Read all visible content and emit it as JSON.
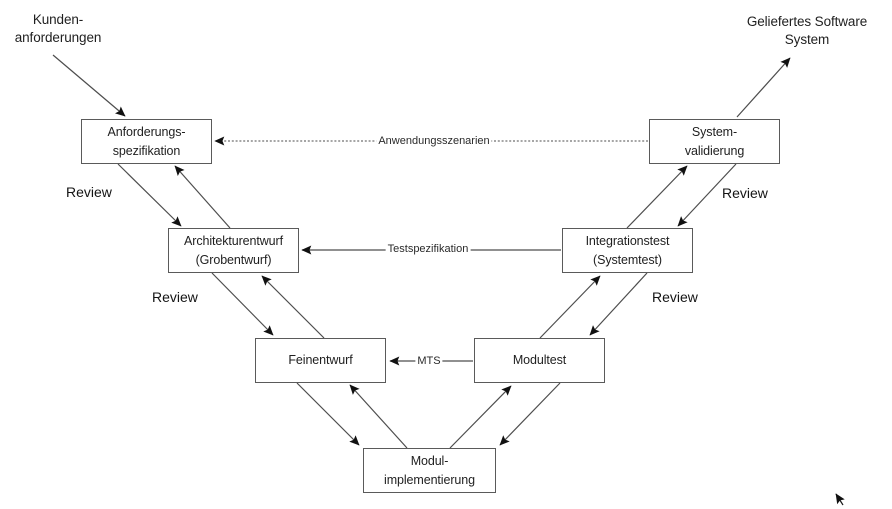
{
  "diagram_type": "v-model-software-development",
  "colors": {
    "background": "#ffffff",
    "line": "#4d4d4d",
    "box_border": "#5a5a5a",
    "text": "#1f1f1f",
    "arrowhead": "#111111"
  },
  "nodes": [
    {
      "id": "anforderungsspezifikation",
      "lines": [
        "Anforderungs-",
        "spezifikation"
      ]
    },
    {
      "id": "architekturentwurf",
      "lines": [
        "Architekturentwurf",
        "(Grobentwurf)"
      ]
    },
    {
      "id": "feinentwurf",
      "lines": [
        "Feinentwurf"
      ]
    },
    {
      "id": "modultest",
      "lines": [
        "Modultest"
      ]
    },
    {
      "id": "integrationstest",
      "lines": [
        "Integrationstest",
        "(Systemtest)"
      ]
    },
    {
      "id": "systemvalidierung",
      "lines": [
        "System-",
        "validierung"
      ]
    },
    {
      "id": "modulimplementierung",
      "lines": [
        "Modul-",
        "implementierung"
      ]
    }
  ],
  "external_labels": {
    "customer_requirements": [
      "Kunden-",
      "anforderungen"
    ],
    "delivered_system": [
      "Geliefertes Software",
      "System"
    ]
  },
  "flow_labels": {
    "anwendungsszenarien": "Anwendungsszenarien",
    "testspezifikation": "Testspezifikation",
    "mts": "MTS"
  },
  "review_label": "Review"
}
